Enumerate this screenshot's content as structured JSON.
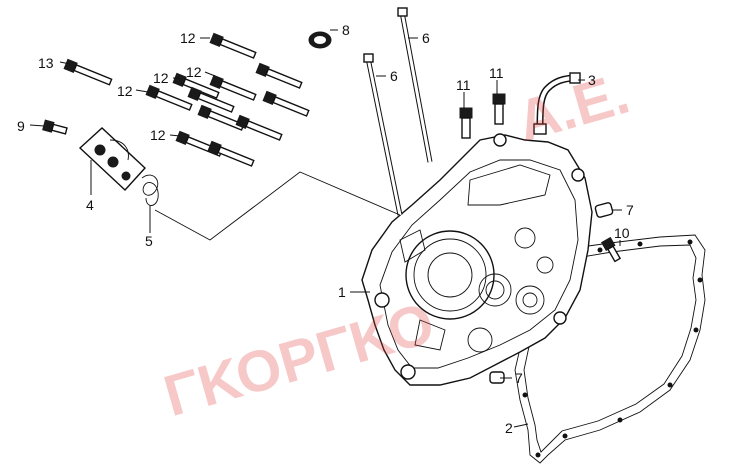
{
  "callouts": [
    {
      "id": "c1",
      "text": "1"
    },
    {
      "id": "c2",
      "text": "2"
    },
    {
      "id": "c3",
      "text": "3"
    },
    {
      "id": "c4",
      "text": "4"
    },
    {
      "id": "c5",
      "text": "5"
    },
    {
      "id": "c6a",
      "text": "6"
    },
    {
      "id": "c6b",
      "text": "6"
    },
    {
      "id": "c7a",
      "text": "7"
    },
    {
      "id": "c7b",
      "text": "7"
    },
    {
      "id": "c8",
      "text": "8"
    },
    {
      "id": "c9",
      "text": "9"
    },
    {
      "id": "c10",
      "text": "10"
    },
    {
      "id": "c11a",
      "text": "11"
    },
    {
      "id": "c11b",
      "text": "11"
    },
    {
      "id": "c12a",
      "text": "12"
    },
    {
      "id": "c12b",
      "text": "12"
    },
    {
      "id": "c12c",
      "text": "12"
    },
    {
      "id": "c12d",
      "text": "12"
    },
    {
      "id": "c12e",
      "text": "12"
    },
    {
      "id": "c13",
      "text": "13"
    }
  ],
  "watermark": {
    "text": "ΓΚΟΡΓΚΟ",
    "suffix": "Α.Ε.",
    "color": "#e43a3a"
  }
}
